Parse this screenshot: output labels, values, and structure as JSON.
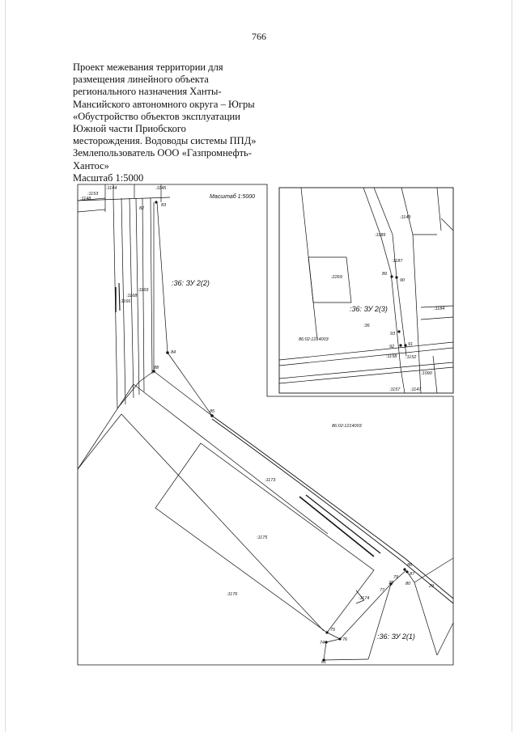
{
  "page_number": "766",
  "title_lines": [
    "Проект межевания территории для",
    "размещения линейного объекта",
    "регионального назначения Ханты-",
    "Мансийского автономного округа – Югры",
    "«Обустройство объектов эксплуатации",
    "Южной части Приобского",
    "месторождения. Водоводы системы ППД»",
    "Землепользователь  ООО «Газпромнефть-",
    "Хантос»",
    "Масштаб 1:5000"
  ],
  "main_map": {
    "scale_label": "Масштаб 1:5000",
    "zones": [
      ":36: ЗУ 2(2)",
      ":36: ЗУ 2(1)"
    ],
    "quarter": "86:02:1214003",
    "parcels": [
      ":1153",
      ":1148",
      ":1144",
      ":1145",
      ":1169",
      ":1168",
      ":1166",
      ":1173",
      ":1175",
      ":1176",
      ":1174"
    ],
    "points": [
      "82",
      "83",
      "84",
      "88",
      "85",
      "86",
      "87",
      "79",
      "80",
      "78",
      "77",
      "75",
      "76",
      "74",
      "81",
      "29"
    ]
  },
  "inset_map": {
    "zone": ":36: ЗУ 2(3)",
    "quarter": "86:02:1214003",
    "parcels": [
      ":1143",
      ":1189",
      ":1187",
      ":2269",
      ":1184",
      ":36",
      ":1158",
      ":1152",
      ":1090",
      ":1157",
      ":1147"
    ],
    "points": [
      "89",
      "90",
      "93",
      "92",
      "91"
    ]
  }
}
